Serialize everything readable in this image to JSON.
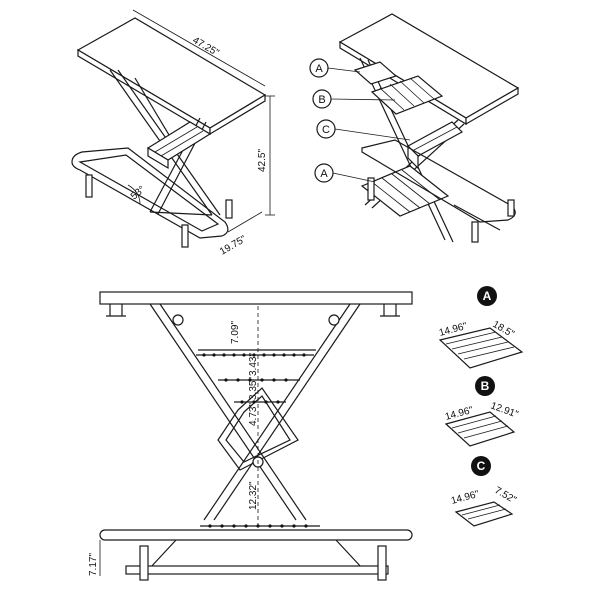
{
  "top_left_view": {
    "width_label": "47.25\"",
    "height_label": "42.5\"",
    "depth_label": "19.75\"",
    "angle_label": "53°"
  },
  "top_right_view": {
    "callouts": [
      "A",
      "B",
      "C",
      "A"
    ]
  },
  "front_view": {
    "dims": [
      "7.09\"",
      "3.43\"",
      "3.35\"",
      "4.73\"",
      "12.32\"",
      "7.17\""
    ]
  },
  "shelf_details": [
    {
      "badge": "A",
      "dim1": "14.96\"",
      "dim2": "18.5\""
    },
    {
      "badge": "B",
      "dim1": "14.96\"",
      "dim2": "12.91\""
    },
    {
      "badge": "C",
      "dim1": "14.96\"",
      "dim2": "7.52\""
    }
  ]
}
